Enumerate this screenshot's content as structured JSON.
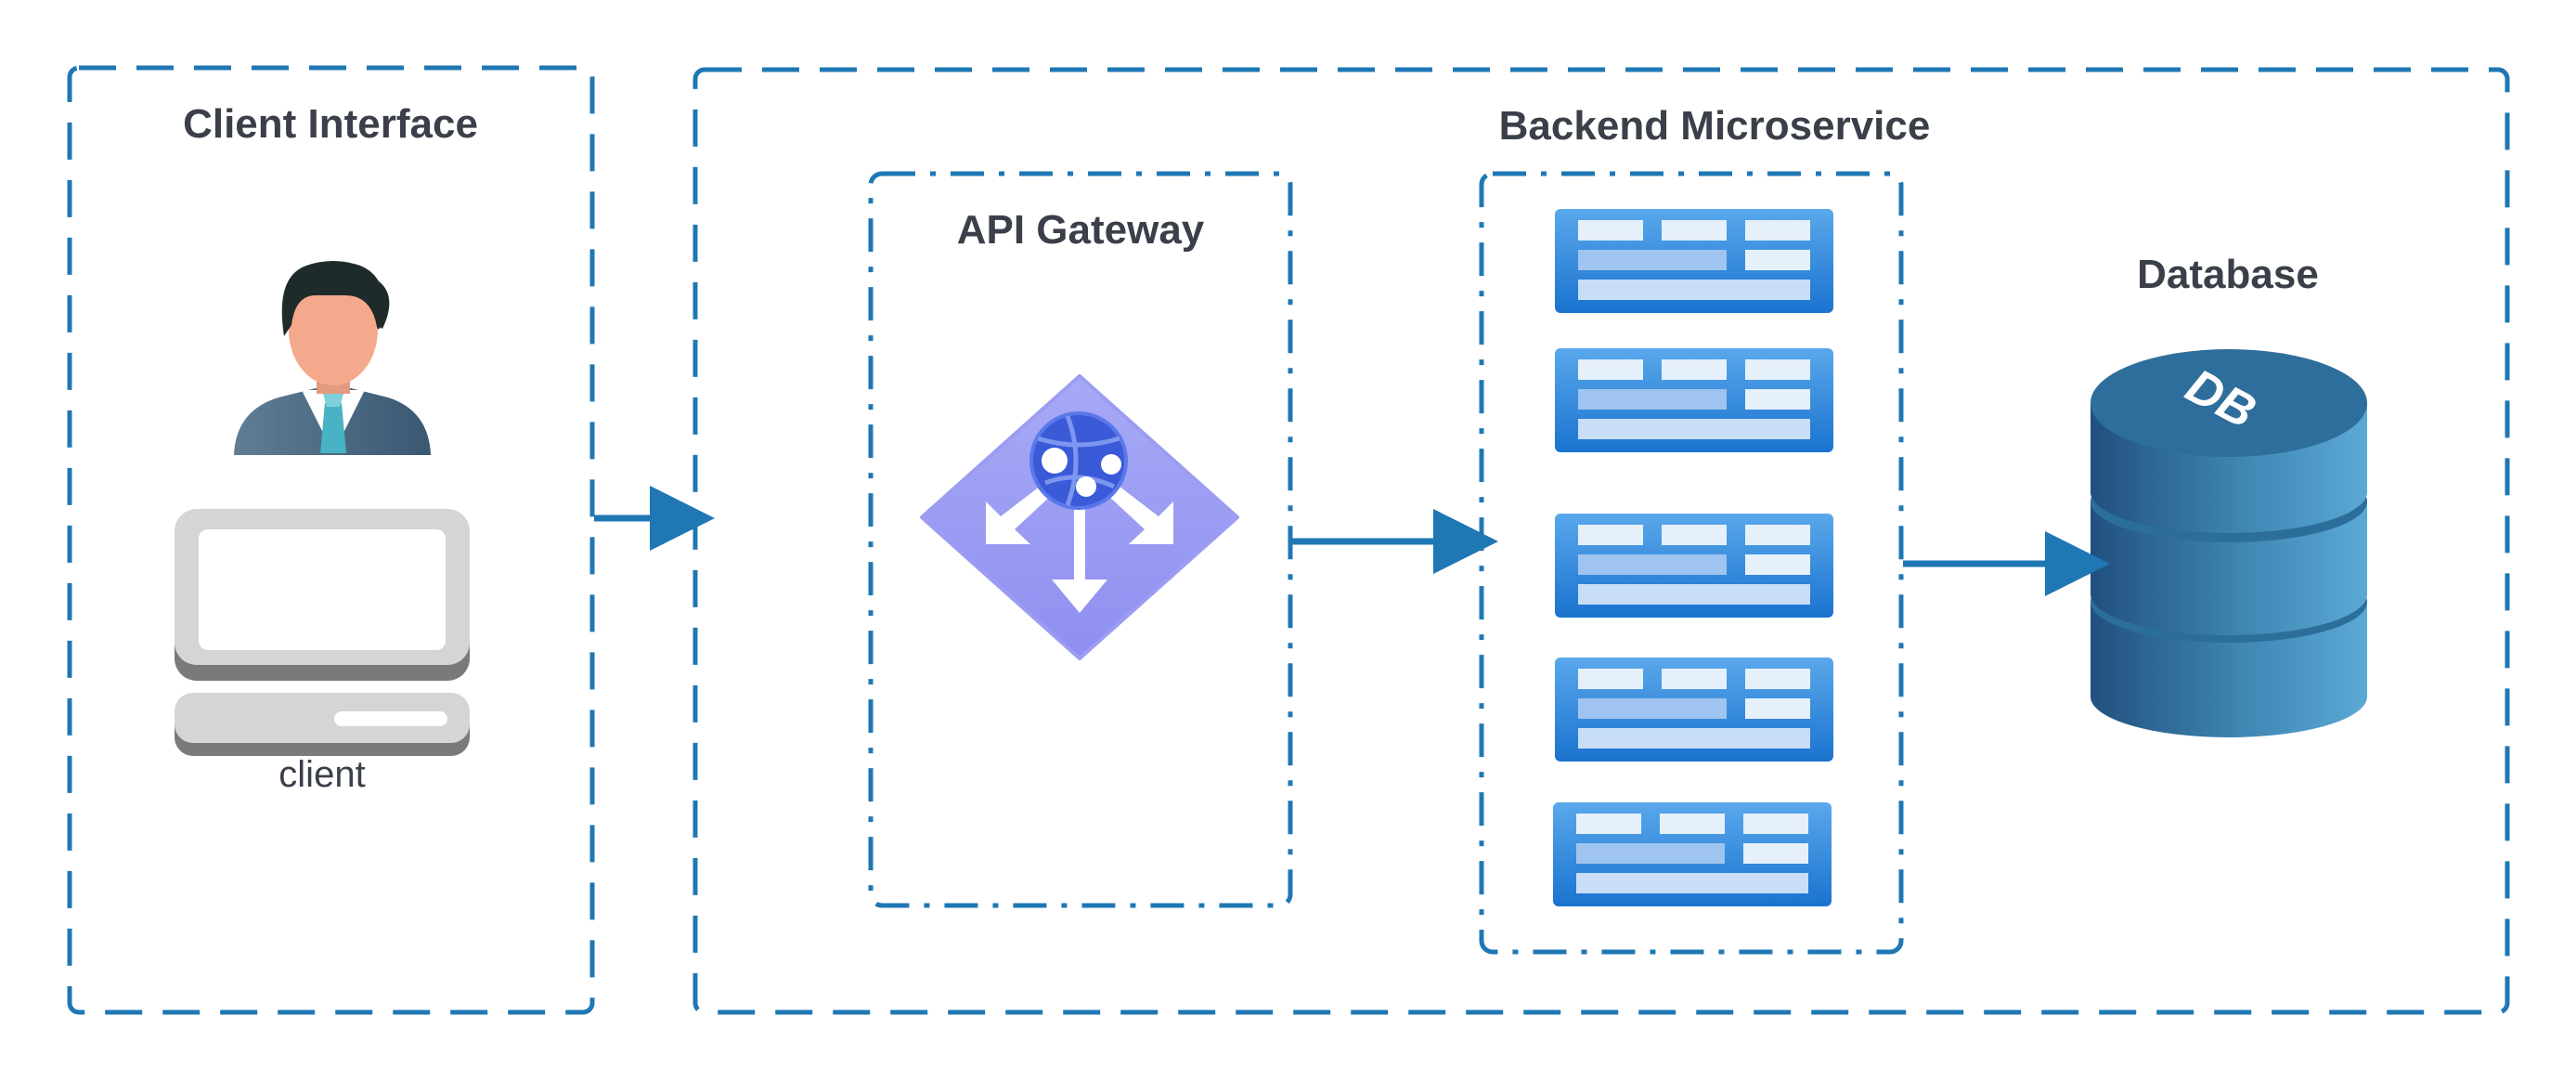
{
  "client_interface": {
    "title": "Client Interface",
    "client_label": "client"
  },
  "backend_microservice": {
    "title": "Backend Microservice"
  },
  "api_gateway": {
    "title": "API Gateway"
  },
  "database": {
    "title": "Database",
    "icon_text": "DB"
  },
  "colors": {
    "border_blue": "#1f77b4",
    "arrow_blue": "#1f77b4",
    "text_dark": "#3a3f4a",
    "gateway_purple": "#9d9cf3",
    "server_blue": "#2f86d8",
    "db_blue": "#2c6e9b"
  },
  "icons": {
    "user": "user-avatar-icon",
    "computer": "desktop-computer-icon",
    "gateway": "api-gateway-icon",
    "server": "server-icon",
    "database": "database-icon"
  }
}
